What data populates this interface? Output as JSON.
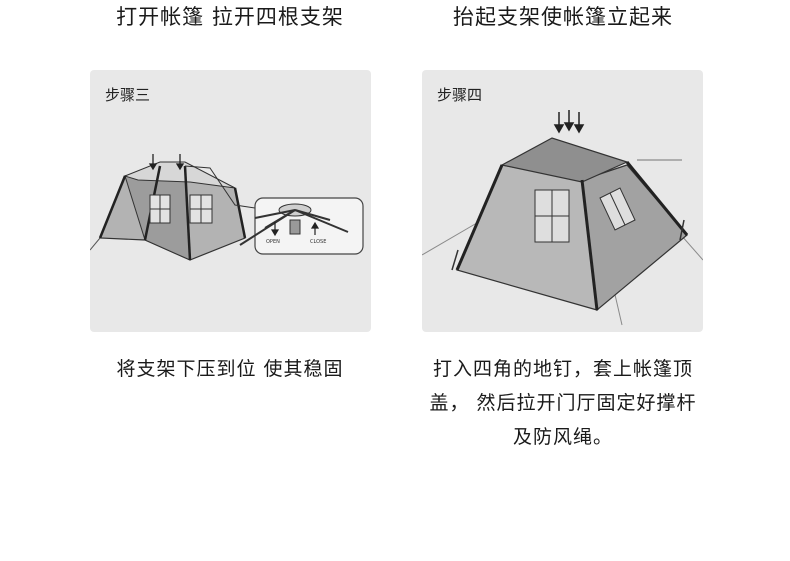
{
  "headings": {
    "left": "打开帐篷 拉开四根支架",
    "right": "抬起支架使帐篷立起来"
  },
  "panels": {
    "left": {
      "step_label": "步骤三",
      "inset_labels": {
        "open": "OPEN",
        "close": "CLOSE"
      }
    },
    "right": {
      "step_label": "步骤四"
    }
  },
  "captions": {
    "left": "将支架下压到位 使其稳固",
    "right": "打入四角的地钉，套上帐篷顶盖， 然后拉开门厅固定好撑杆及防风绳。"
  }
}
